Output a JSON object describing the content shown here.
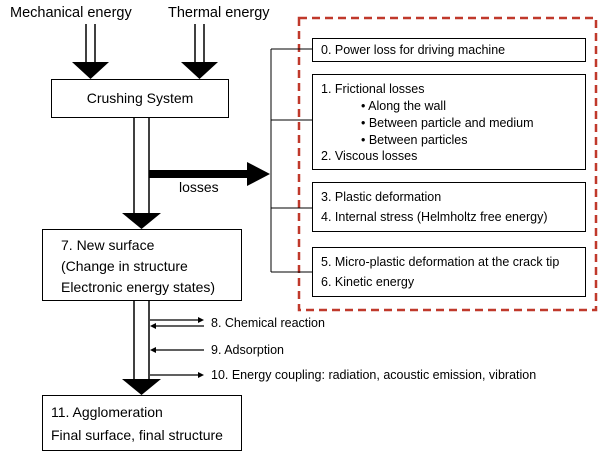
{
  "inputs": {
    "mechanical": "Mechanical energy",
    "thermal": "Thermal energy"
  },
  "crushing_system": "Crushing System",
  "losses_label": "losses",
  "new_surface": {
    "line1": "7. New surface",
    "line2": "(Change in structure",
    "line3": "Electronic energy states)"
  },
  "loss_boxes": {
    "b0": {
      "l1": "0. Power loss for driving machine"
    },
    "b1": {
      "l1": "1. Frictional losses",
      "l2": "• Along the wall",
      "l3": "• Between particle and medium",
      "l4": "• Between particles",
      "l5": "2. Viscous losses"
    },
    "b2": {
      "l1": "3. Plastic deformation",
      "l2": "4. Internal stress (Helmholtz free energy)"
    },
    "b3": {
      "l1": "5. Micro-plastic deformation at the crack tip",
      "l2": "6. Kinetic energy"
    }
  },
  "side_effects": {
    "e8": "8. Chemical reaction",
    "e9": "9. Adsorption",
    "e10": "10. Energy coupling: radiation, acoustic emission, vibration"
  },
  "agglomeration": {
    "line1": "11. Agglomeration",
    "line2": "Final surface, final structure"
  },
  "colors": {
    "dashed_border": "#c0392b",
    "lines": "#000000"
  }
}
